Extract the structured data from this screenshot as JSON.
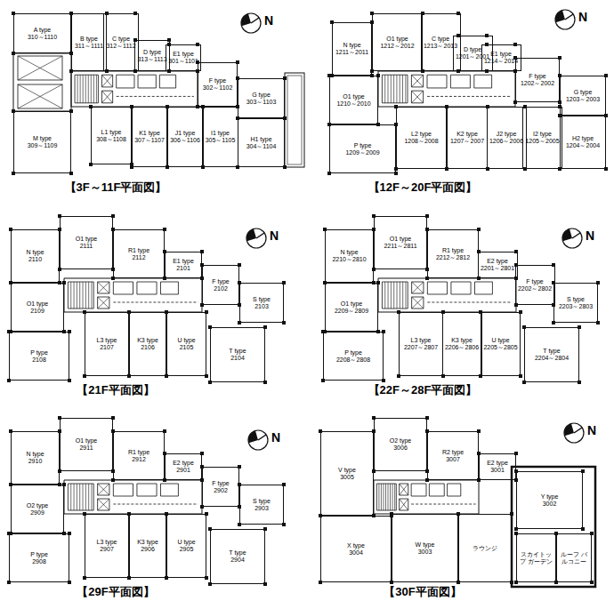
{
  "diagram": {
    "nodes": [
      {
        "text": [
          "【3F～11F平面図】"
        ]
      },
      {
        "text": [
          "A type",
          "310～1110"
        ],
        "in": 0
      },
      {
        "text": [
          "B type",
          "311～1111"
        ],
        "in": 0
      },
      {
        "text": [
          "C type",
          "312～1112"
        ],
        "in": 0
      },
      {
        "text": [
          "D type",
          "313～1113"
        ],
        "in": 0
      },
      {
        "text": [
          "E1 type",
          "301～1101"
        ],
        "in": 0
      },
      {
        "text": [
          "F type",
          "302～1102"
        ],
        "in": 0
      },
      {
        "text": [
          "G type",
          "303～1103"
        ],
        "in": 0
      },
      {
        "text": [
          "M type",
          "309～1109"
        ],
        "in": 0
      },
      {
        "text": [
          "L1 type",
          "308～1108"
        ],
        "in": 0
      },
      {
        "text": [
          "K1 type",
          "307～1107"
        ],
        "in": 0
      },
      {
        "text": [
          "J1 type",
          "306～1106"
        ],
        "in": 0
      },
      {
        "text": [
          "I1 type",
          "305～1105"
        ],
        "in": 0
      },
      {
        "text": [
          "H1 type",
          "304～1104"
        ],
        "in": 0
      },
      {
        "text": [
          "【12F～20F平面図】"
        ]
      },
      {
        "text": [
          "N type",
          "1211～2011"
        ],
        "in": 14
      },
      {
        "text": [
          "O1 type",
          "1212～2012"
        ],
        "in": 14
      },
      {
        "text": [
          "C type",
          "1213～2013"
        ],
        "in": 14
      },
      {
        "text": [
          "D type",
          "1201～2001"
        ],
        "in": 14
      },
      {
        "text": [
          "E1 type",
          "1214～2014"
        ],
        "in": 14
      },
      {
        "text": [
          "F type",
          "1202～2002"
        ],
        "in": 14
      },
      {
        "text": [
          "G type",
          "1203～2003"
        ],
        "in": 14
      },
      {
        "text": [
          "O1 type",
          "1210～2010"
        ],
        "in": 14
      },
      {
        "text": [
          "P type",
          "1209～2009"
        ],
        "in": 14
      },
      {
        "text": [
          "L2 type",
          "1208～2008"
        ],
        "in": 14
      },
      {
        "text": [
          "K2 type",
          "1207～2007"
        ],
        "in": 14
      },
      {
        "text": [
          "J2 type",
          "1206～2006"
        ],
        "in": 14
      },
      {
        "text": [
          "I2 type",
          "1205～2005"
        ],
        "in": 14
      },
      {
        "text": [
          "H2 type",
          "1204～2004"
        ],
        "in": 14
      },
      {
        "text": [
          "【21F平面図】"
        ]
      },
      {
        "text": [
          "N type",
          "2110"
        ],
        "in": 29
      },
      {
        "text": [
          "O1 type",
          "2111"
        ],
        "in": 29
      },
      {
        "text": [
          "R1 type",
          "2112"
        ],
        "in": 29
      },
      {
        "text": [
          "E1 type",
          "2101"
        ],
        "in": 29
      },
      {
        "text": [
          "F type",
          "2102"
        ],
        "in": 29
      },
      {
        "text": [
          "S type",
          "2103"
        ],
        "in": 29
      },
      {
        "text": [
          "O1 type",
          "2109"
        ],
        "in": 29
      },
      {
        "text": [
          "P type",
          "2108"
        ],
        "in": 29
      },
      {
        "text": [
          "L3 type",
          "2107"
        ],
        "in": 29
      },
      {
        "text": [
          "K3 type",
          "2106"
        ],
        "in": 29
      },
      {
        "text": [
          "U type",
          "2105"
        ],
        "in": 29
      },
      {
        "text": [
          "T type",
          "2104"
        ],
        "in": 29
      },
      {
        "text": [
          "【22F～28F平面図】"
        ]
      },
      {
        "text": [
          "N type",
          "2210～2810"
        ],
        "in": 42
      },
      {
        "text": [
          "O1 type",
          "2211～2811"
        ],
        "in": 42
      },
      {
        "text": [
          "R1 type",
          "2212～2812"
        ],
        "in": 42
      },
      {
        "text": [
          "E2 type",
          "2201～2801"
        ],
        "in": 42
      },
      {
        "text": [
          "F type",
          "2202～2802"
        ],
        "in": 42
      },
      {
        "text": [
          "S type",
          "2203～2803"
        ],
        "in": 42
      },
      {
        "text": [
          "O1 type",
          "2209～2809"
        ],
        "in": 42
      },
      {
        "text": [
          "P type",
          "2208～2808"
        ],
        "in": 42
      },
      {
        "text": [
          "L3 type",
          "2207～2807"
        ],
        "in": 42
      },
      {
        "text": [
          "K3 type",
          "2206～2806"
        ],
        "in": 42
      },
      {
        "text": [
          "U type",
          "2205～2805"
        ],
        "in": 42
      },
      {
        "text": [
          "T type",
          "2204～2804"
        ],
        "in": 42
      },
      {
        "text": [
          "【29F平面図】"
        ]
      },
      {
        "text": [
          "N type",
          "2910"
        ],
        "in": 55
      },
      {
        "text": [
          "O1 type",
          "2911"
        ],
        "in": 55
      },
      {
        "text": [
          "R1 type",
          "2912"
        ],
        "in": 55
      },
      {
        "text": [
          "E2 type",
          "2901"
        ],
        "in": 55
      },
      {
        "text": [
          "F type",
          "2902"
        ],
        "in": 55
      },
      {
        "text": [
          "S type",
          "2903"
        ],
        "in": 55
      },
      {
        "text": [
          "O2 type",
          "2909"
        ],
        "in": 55
      },
      {
        "text": [
          "P type",
          "2908"
        ],
        "in": 55
      },
      {
        "text": [
          "L3 type",
          "2907"
        ],
        "in": 55
      },
      {
        "text": [
          "K3 type",
          "2906"
        ],
        "in": 55
      },
      {
        "text": [
          "U type",
          "2905"
        ],
        "in": 55
      },
      {
        "text": [
          "T type",
          "2904"
        ],
        "in": 55
      },
      {
        "text": [
          "【30F平面図】"
        ]
      },
      {
        "text": [
          "O2 type",
          "3006"
        ],
        "in": 68
      },
      {
        "text": [
          "V type",
          "3005"
        ],
        "in": 68
      },
      {
        "text": [
          "R2 type",
          "3007"
        ],
        "in": 68
      },
      {
        "text": [
          "E2 type",
          "3001"
        ],
        "in": 68
      },
      {
        "text": [
          "Y type",
          "3002"
        ],
        "in": 68
      },
      {
        "text": [
          "X type",
          "3004"
        ],
        "in": 68
      },
      {
        "text": [
          "W type",
          "3003"
        ],
        "in": 68
      },
      {
        "text": [
          "ラウンジ"
        ],
        "in": 68
      },
      {
        "text": [
          "スカイトップ ガーデン"
        ],
        "in": 68
      },
      {
        "text": [
          "ルーフ バルコニー"
        ],
        "in": 68
      }
    ],
    "labels": [
      "N",
      "N",
      "N",
      "N",
      "N",
      "N"
    ]
  }
}
